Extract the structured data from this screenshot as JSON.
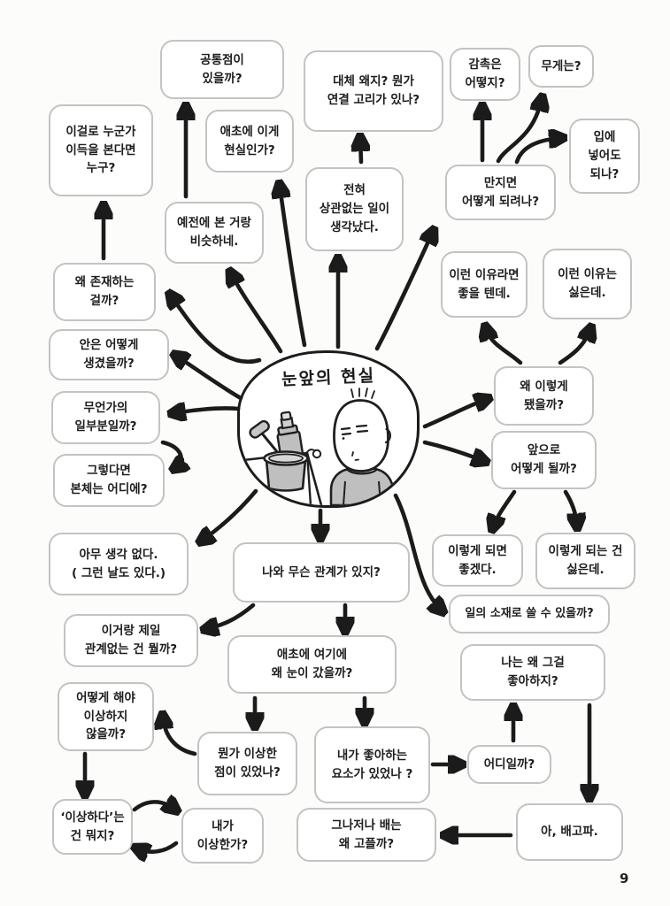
{
  "page": {
    "number": "9"
  },
  "center": {
    "title": "눈앞의 현실",
    "illustration": "bald man gazing at a cup of tools on a desk"
  },
  "colors": {
    "background": "#fcfcfa",
    "box_border": "#c3c3c3",
    "arrow": "#1b1b1b",
    "text": "#1d1d1d",
    "illustration_gray": "#bfbfbf"
  },
  "nodes": [
    {
      "name": "who-benefits",
      "text": "이걸로 누군가\n이득을 본다면\n누구?"
    },
    {
      "name": "common-points",
      "text": "공통점이\n있을까?"
    },
    {
      "name": "is-this-real",
      "text": "애초에 이게\n현실인가?"
    },
    {
      "name": "why-connection",
      "text": "대체 왜지? 뭔가\n연결 고리가 있나?"
    },
    {
      "name": "texture",
      "text": "감촉은\n어떻지?"
    },
    {
      "name": "weight",
      "text": "무게는?"
    },
    {
      "name": "put-in-mouth",
      "text": "입에\n넣어도\n되나?"
    },
    {
      "name": "what-if-touch",
      "text": "만지면\n어떻게 되려나?"
    },
    {
      "name": "unrelated-thought",
      "text": "전혀\n상관없는 일이\n생각났다."
    },
    {
      "name": "seen-before",
      "text": "예전에 본 거랑\n비슷하네."
    },
    {
      "name": "why-exist",
      "text": "왜 존재하는\n걸까?"
    },
    {
      "name": "inside-look",
      "text": "안은 어떻게\n생겼을까?"
    },
    {
      "name": "part-of-something",
      "text": "무언가의\n일부분일까?"
    },
    {
      "name": "where-main-body",
      "text": "그렇다면\n본체는 어디에?"
    },
    {
      "name": "good-reason",
      "text": "이런 이유라면\n좋을 텐데."
    },
    {
      "name": "bad-reason",
      "text": "이런 이유는\n싫은데."
    },
    {
      "name": "why-became-this",
      "text": "왜 이렇게\n됐을까?"
    },
    {
      "name": "what-future",
      "text": "앞으로\n어떻게 될까?"
    },
    {
      "name": "no-thoughts",
      "text": "아무 생각 없다.\n( 그런 날도 있다.)"
    },
    {
      "name": "what-relation",
      "text": "나와 무슨 관계가 있지?"
    },
    {
      "name": "hope-this-happens",
      "text": "이렇게 되면\n좋겠다."
    },
    {
      "name": "hate-this-happens",
      "text": "이렇게 되는 건\n싫은데."
    },
    {
      "name": "work-material",
      "text": "일의 소재로 쓸 수 있을까?"
    },
    {
      "name": "most-unrelated",
      "text": "이거랑 제일\n관계없는 건 뭘까?"
    },
    {
      "name": "why-eyes-went",
      "text": "애초에 여기에\n왜 눈이 갔을까?"
    },
    {
      "name": "why-do-i-like",
      "text": "나는 왜 그걸\n좋아하지?"
    },
    {
      "name": "how-not-strange",
      "text": "어떻게 해야\n이상하지\n않을까?"
    },
    {
      "name": "something-strange",
      "text": "뭔가 이상한\n점이 있었나?"
    },
    {
      "name": "favorite-element",
      "text": "내가 좋아하는\n요소가 있었나 ?"
    },
    {
      "name": "where-is-it",
      "text": "어디일까?"
    },
    {
      "name": "what-is-strange",
      "text": "‘이상하다’는\n건 뭐지?"
    },
    {
      "name": "am-i-strange",
      "text": "내가\n이상한가?"
    },
    {
      "name": "why-hungry",
      "text": "그나저나 배는\n왜 고플까?"
    },
    {
      "name": "ah-hungry",
      "text": "아, 배고파."
    }
  ]
}
